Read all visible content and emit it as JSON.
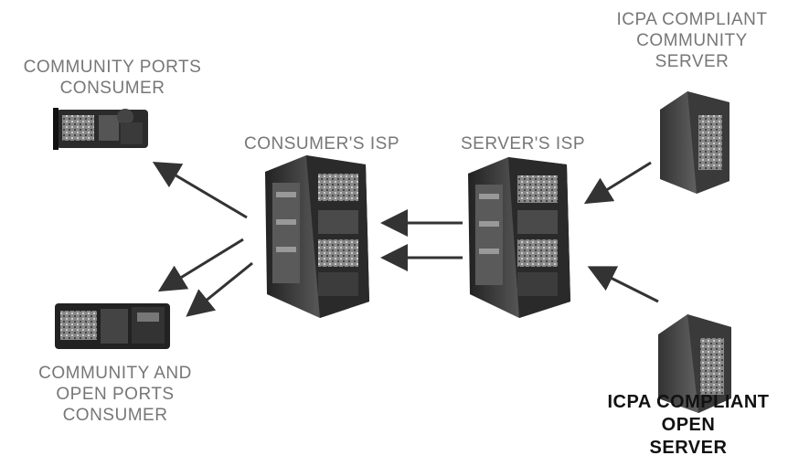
{
  "labels": {
    "community_ports_consumer": [
      "COMMUNITY PORTS",
      "CONSUMER"
    ],
    "community_open_ports_consumer": [
      "COMMUNITY AND",
      "OPEN PORTS",
      "CONSUMER"
    ],
    "consumers_isp": "CONSUMER'S ISP",
    "servers_isp": "SERVER'S ISP",
    "icpa_compliant_community_server": [
      "ICPA COMPLIANT",
      "COMMUNITY",
      "SERVER"
    ],
    "icpa_compliant_open_server": [
      "ICPA COMPLIANT",
      "OPEN",
      "SERVER"
    ]
  },
  "icons": {
    "community_ports_consumer": "router-icon",
    "community_open_ports_consumer": "router-icon",
    "consumers_isp": "server-rack-icon",
    "servers_isp": "server-rack-icon",
    "community_server": "server-tower-icon",
    "open_server": "server-tower-icon"
  }
}
